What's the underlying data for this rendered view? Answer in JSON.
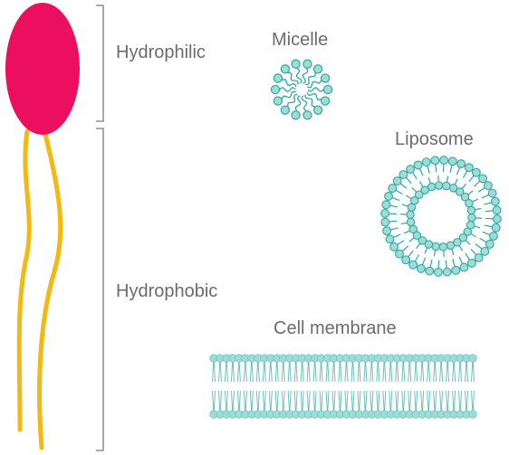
{
  "labels": {
    "hydrophilic": "Hydrophilic",
    "hydrophobic": "Hydrophobic",
    "micelle": "Micelle",
    "liposome": "Liposome",
    "cell_membrane": "Cell membrane"
  },
  "colors": {
    "head": "#ec0f5f",
    "tail": "#f5b80f",
    "lipid_fill": "#9fdcd8",
    "lipid_stroke": "#2fa7a0",
    "bracket": "#7a7a7a",
    "text": "#6b6b6b"
  }
}
